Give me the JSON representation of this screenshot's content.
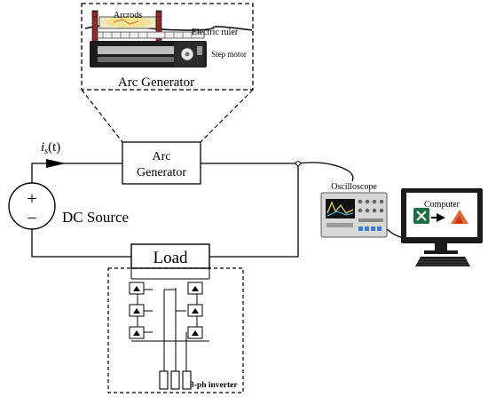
{
  "arc_generator_inset": {
    "title": "Arc Generator",
    "arcrods_label": "Arcrods",
    "ruler_label": "Electric ruler",
    "motor_label": "Step motor"
  },
  "arc_generator_block": {
    "line1": "Arc",
    "line2": "Generator"
  },
  "current_label": {
    "symbol": "i",
    "subscript": "s",
    "argument": "(t)"
  },
  "source": {
    "label": "DC Source",
    "plus": "+",
    "minus": "−"
  },
  "load": {
    "label": "Load"
  },
  "inverter": {
    "label": "3-ph inverter"
  },
  "oscilloscope": {
    "label": "Oscilloscope"
  },
  "computer": {
    "label": "Computer"
  },
  "colors": {
    "line": "#000000",
    "arc_glow": "#f2e08a",
    "rod_red": "#8b2d2d",
    "excel_green": "#1d6f42",
    "matlab_orange": "#e16737",
    "screen_blue": "#2a6fd6",
    "scope_body": "#d7d9d6"
  }
}
